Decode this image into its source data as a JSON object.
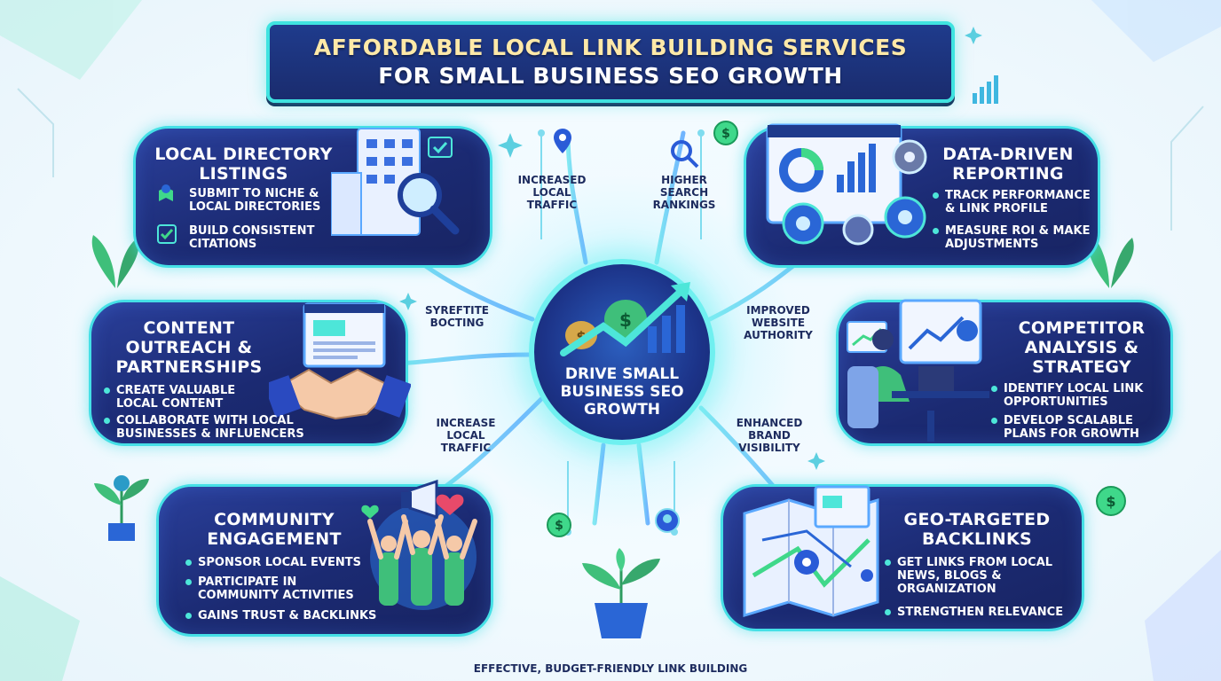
{
  "title": {
    "line1": "AFFORDABLE LOCAL LINK BUILDING SERVICES",
    "line2": "FOR SMALL BUSINESS SEO GROWTH"
  },
  "center": {
    "title": "DRIVE SMALL BUSINESS SEO GROWTH"
  },
  "cards": {
    "local_directory": {
      "title": "LOCAL DIRECTORY LISTINGS",
      "bullets": [
        "SUBMIT TO NICHE & LOCAL DIRECTORIES",
        "BUILD CONSISTENT CITATIONS"
      ]
    },
    "data_reporting": {
      "title": "DATA-DRIVEN REPORTING",
      "bullets": [
        "TRACK PERFORMANCE & LINK PROFILE",
        "MEASURE ROI & MAKE ADJUSTMENTS"
      ]
    },
    "content_outreach": {
      "title": "CONTENT OUTREACH & PARTNERSHIPS",
      "bullets": [
        "CREATE VALUABLE LOCAL CONTENT",
        "COLLABORATE WITH LOCAL BUSINESSES & INFLUENCERS"
      ]
    },
    "competitor": {
      "title": "COMPETITOR ANALYSIS & STRATEGY",
      "bullets": [
        "IDENTIFY LOCAL LINK OPPORTUNITIES",
        "DEVELOP SCALABLE PLANS FOR GROWTH"
      ]
    },
    "community": {
      "title": "COMMUNITY ENGAGEMENT",
      "bullets": [
        "SPONSOR LOCAL EVENTS",
        "PARTICIPATE IN COMMUNITY ACTIVITIES",
        "GAINS TRUST & BACKLINKS"
      ]
    },
    "geo": {
      "title": "GEO-TARGETED BACKLINKS",
      "bullets": [
        "GET LINKS FROM LOCAL NEWS, BLOGS & ORGANIZATION",
        "STRENGTHEN RELEVANCE"
      ]
    }
  },
  "benefits": {
    "increased_local_traffic": "INCREASED LOCAL TRAFFIC",
    "higher_rankings": "HIGHER SEARCH RANKINGS",
    "syrefite": "SYREFTITE BOCTING",
    "improved_authority": "IMPROVED WEBSITE AUTHORITY",
    "increase_local_traffic": "INCREASE LOCAL TRAFFIC",
    "enhanced_visibility": "ENHANCED BRAND VISIBILITY"
  },
  "footer": "EFFECTIVE, BUDGET-FRIENDLY LINK BUILDING",
  "colors": {
    "card_bg": "#1b2a72",
    "card_border": "#45e0e6",
    "accent_green": "#3fd88a",
    "accent_teal": "#4de6d9"
  }
}
